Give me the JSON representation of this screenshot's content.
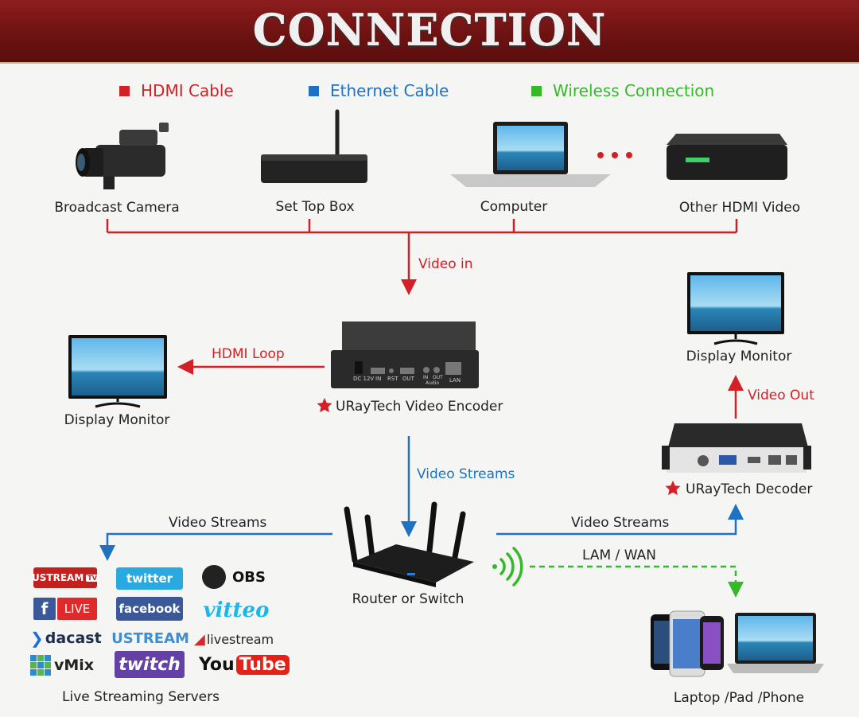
{
  "title": "CONNECTION",
  "legend": [
    {
      "label": "HDMI Cable",
      "color": "#d32026"
    },
    {
      "label": "Ethernet Cable",
      "color": "#1f72c2"
    },
    {
      "label": "Wireless Connection",
      "color": "#35b92a"
    }
  ],
  "sources": {
    "broadcast_camera": "Broadcast Camera",
    "set_top_box": "Set Top Box",
    "computer": "Computer",
    "other_hdmi": "Other HDMI Video"
  },
  "flows": {
    "video_in": "Video in",
    "hdmi_loop": "HDMI Loop",
    "video_streams_down": "Video Streams",
    "video_streams_left": "Video Streams",
    "video_streams_right": "Video Streams",
    "video_out": "Video Out",
    "lan_wan": "LAM / WAN"
  },
  "devices": {
    "display_monitor_left": "Display Monitor",
    "display_monitor_right": "Display Monitor",
    "encoder": "URayTech Video Encoder",
    "decoder": "URayTech Decoder",
    "router": "Router or Switch",
    "clients": "Laptop /Pad /Phone",
    "streaming_servers": "Live Streaming Servers"
  },
  "encoder_ports": [
    "DC 12V",
    "IN",
    "RST",
    "OUT",
    "IN",
    "OUT",
    "Audio",
    "LAN"
  ],
  "streaming_logos": {
    "ustream_tv": "USTREAM",
    "tv_badge": "TV",
    "twitter": "twitter",
    "obs": "OBS",
    "facebook_live": "LIVE",
    "facebook": "facebook",
    "vimeo": "vitteo",
    "dacast": "dacast",
    "ustream": "USTREAM",
    "livestream": "livestream",
    "vmix": "vMix",
    "twitch": "twitch",
    "you": "You",
    "tube": "Tube"
  }
}
